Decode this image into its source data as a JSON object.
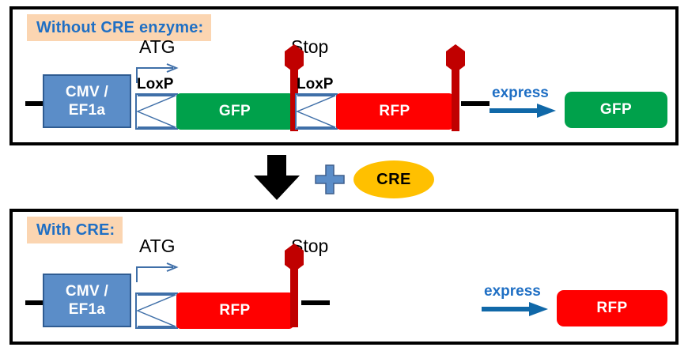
{
  "figure": {
    "subject": "CRE-LoxP recombination reporter construct",
    "colors": {
      "panel_border": "#000000",
      "badge_bg": "#FBD5B1",
      "badge_text": "#1F6FC4",
      "promoter_fill": "#5B8DC8",
      "promoter_border": "#2F5C92",
      "gfp": "#00A14B",
      "rfp": "#FF0000",
      "stop_sign": "#C00000",
      "loxp_border": "#3F6FA8",
      "loxp_fill": "#FFFFFF",
      "cre_oval": "#FFC000",
      "plus_sign": "#5B8DC8",
      "express_arrow": "#1F6FC4",
      "dna_line": "#000000"
    }
  },
  "panel_top": {
    "title": "Without CRE enzyme:",
    "construct": {
      "promoter_label_line1": "CMV /",
      "promoter_label_line2": "EF1a",
      "atg_label": "ATG",
      "stop_label": "Stop",
      "loxp_label_1": "LoxP",
      "loxp_label_2": "LoxP",
      "gene_1": "GFP",
      "gene_2": "RFP"
    },
    "result": {
      "express_label": "express",
      "protein": "GFP"
    }
  },
  "transition": {
    "plus_icon": "plus-icon",
    "down_arrow_icon": "down-arrow-icon",
    "enzyme": "CRE"
  },
  "panel_bottom": {
    "title": "With CRE:",
    "construct": {
      "promoter_label_line1": "CMV /",
      "promoter_label_line2": "EF1a",
      "atg_label": "ATG",
      "stop_label": "Stop",
      "gene_1": "RFP"
    },
    "result": {
      "express_label": "express",
      "protein": "RFP"
    }
  }
}
